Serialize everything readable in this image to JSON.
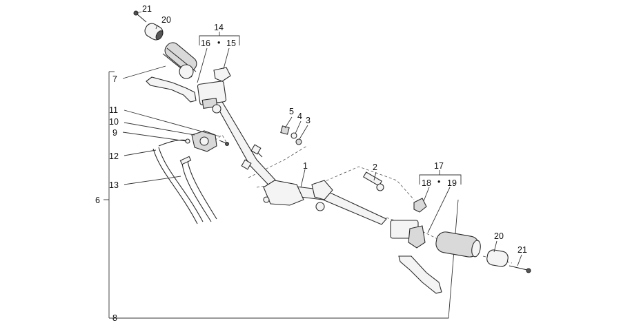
{
  "callouts": {
    "c1": "1",
    "c2": "2",
    "c3": "3",
    "c4": "4",
    "c5": "5",
    "c6": "6",
    "c7": "7",
    "c8": "8",
    "c9": "9",
    "c10": "10",
    "c11": "11",
    "c12": "12",
    "c13": "13",
    "c14": "14",
    "c15": "15",
    "c16": "16",
    "c17": "17",
    "c18": "18",
    "c19": "19",
    "c20a": "20",
    "c20b": "20",
    "c21a": "21",
    "c21b": "21"
  },
  "group_separator": "•"
}
